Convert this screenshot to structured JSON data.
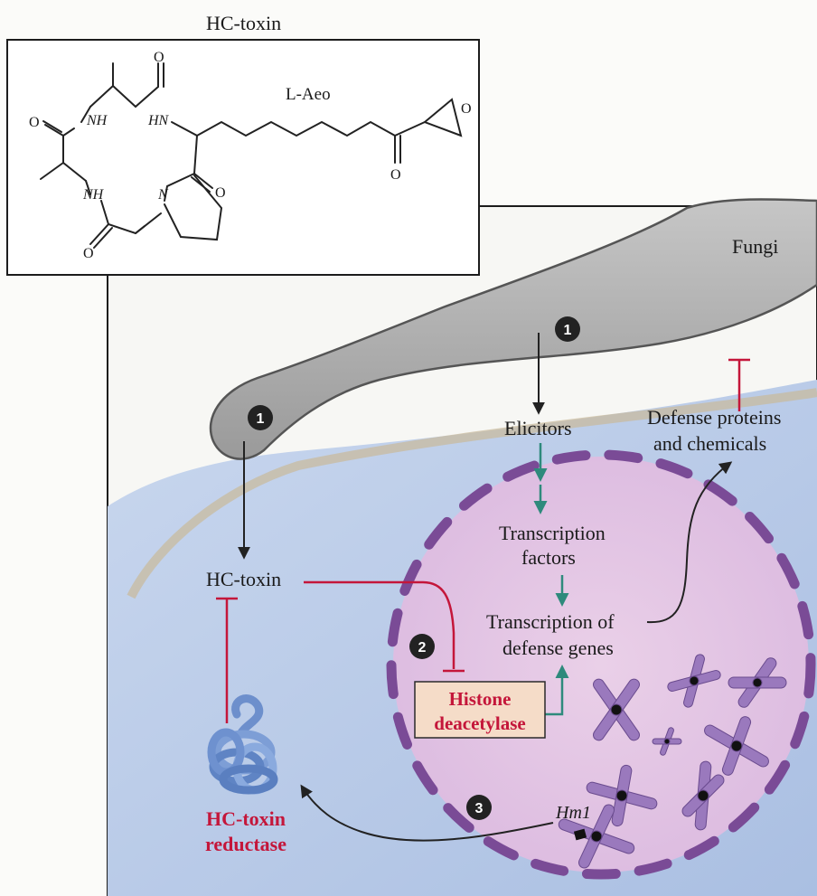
{
  "structure": {
    "title": "HC-toxin",
    "residue_label": "L-Aeo",
    "atom_labels": {
      "nh1": "NH",
      "hn": "HN",
      "nh2": "NH",
      "n": "N",
      "o": "O"
    }
  },
  "labels": {
    "fungi": "Fungi",
    "elicitors": "Elicitors",
    "transcription_factors": [
      "Transcription",
      "factors"
    ],
    "transcription_defense": [
      "Transcription of",
      "defense genes"
    ],
    "defense_proteins": [
      "Defense proteins",
      "and chemicals"
    ],
    "hc_toxin": "HC-toxin",
    "histone_deacetylase": [
      "Histone",
      "deacetylase"
    ],
    "hc_toxin_reductase": [
      "HC-toxin",
      "reductase"
    ],
    "gene": "Hm1"
  },
  "steps": {
    "step1": "1",
    "step2": "2",
    "step3": "3"
  },
  "colors": {
    "inhibition": "#c4163a",
    "induction": "#2e8a7c",
    "arrow": "#222222",
    "cell": "#b9cbe6",
    "nucleus": "#e4c3e2",
    "nuclear_envelope": "#7a4b96",
    "fungus": "#aeaeae",
    "chromosome": "#9a79bd"
  }
}
